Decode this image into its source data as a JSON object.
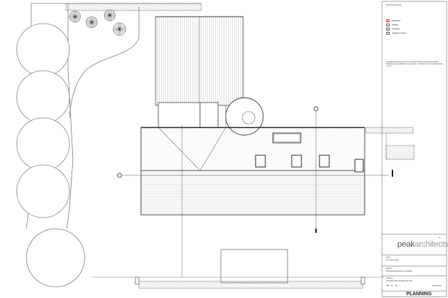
{
  "drawing": {
    "notes_header": "Planning Ref 2019",
    "legend": {
      "items": [
        {
          "label": "Application",
          "color": "#e05050"
        },
        {
          "label": "Existing",
          "color": "#ffffff"
        },
        {
          "label": "Proposed",
          "color": "#ffffff"
        },
        {
          "label": "Indicative Context",
          "color": "#ffffff"
        }
      ]
    },
    "notes_text": "All drawings should be read in conjunction with the relevant consultants' drawings and specifications. Do not scale. Contractor to check all dimensions on site.",
    "title_block": {
      "logo_peak": "peak",
      "logo_architects": "architects",
      "client_label": "client",
      "client": "Mr & Mrs Client",
      "project_label": "project",
      "project": "Proposed Replacement Dwelling",
      "drawing_label": "drawing",
      "drawing_title": "Proposed New Dwelling GF Plan",
      "drawing_number": "P01 - PL - 104",
      "scale": "1:100 @ A1",
      "status": "PLANNING",
      "accent_color": "#d05050"
    }
  }
}
